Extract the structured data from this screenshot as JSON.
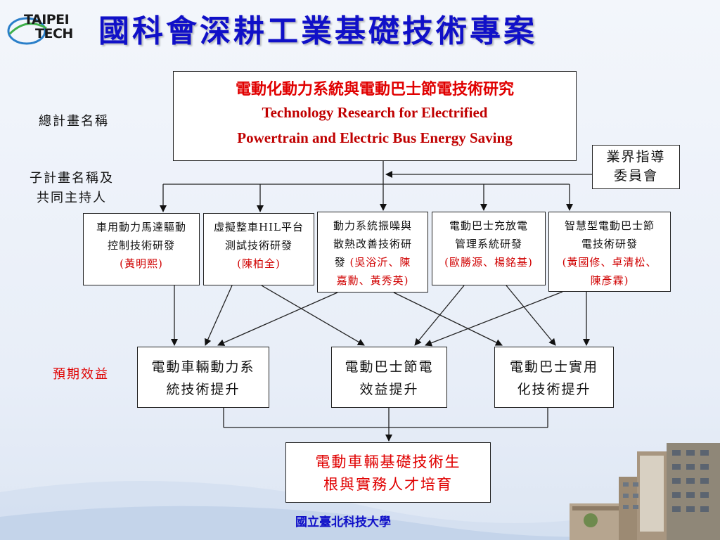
{
  "logo": {
    "line1": "TAIPEI",
    "line2": "TECH"
  },
  "title": "國科會深耕工業基礎技術專案",
  "labels": {
    "total_plan": "總計畫名稱",
    "sub_plan_line1": "子計畫名稱及",
    "sub_plan_line2": "共同主持人",
    "expected": "預期效益"
  },
  "main_project": {
    "zh": "電動化動力系統與電動巴士節電技術研究",
    "en_line1": "Technology Research for Electrified",
    "en_line2": "Powertrain and Electric Bus Energy Saving"
  },
  "advisory": {
    "line1": "業界指導",
    "line2": "委員會"
  },
  "subprojects": [
    {
      "line1": "車用動力馬達驅動",
      "line2": "控制技術研發",
      "pi": "(黃明熙)"
    },
    {
      "line1": "虛擬整車HIL平台",
      "line2": "測試技術研發",
      "pi": "(陳柏全)"
    },
    {
      "line1": "動力系統振噪與",
      "line2": "散熱改善技術研",
      "line3": "發",
      "pi_a": "(吳浴沂、陳",
      "pi_b": "嘉勳、黃秀英)"
    },
    {
      "line1": "電動巴士充放電",
      "line2": "管理系統研發",
      "pi": "(歐勝源、楊銘基)"
    },
    {
      "line1": "智慧型電動巴士節",
      "line2": "電技術研發",
      "pi_a": "(黃國修、卓清松、",
      "pi_b": "陳彥霖)"
    }
  ],
  "outcomes": [
    {
      "line1": "電動車輛動力系",
      "line2": "統技術提升"
    },
    {
      "line1": "電動巴士節電",
      "line2": "效益提升"
    },
    {
      "line1": "電動巴士實用",
      "line2": "化技術提升"
    }
  ],
  "final": {
    "line1": "電動車輛基礎技術生",
    "line2": "根與實務人才培育"
  },
  "footer": "國立臺北科技大學",
  "colors": {
    "title": "#1010c8",
    "accent_red": "#e00000",
    "footer": "#1010c8"
  }
}
